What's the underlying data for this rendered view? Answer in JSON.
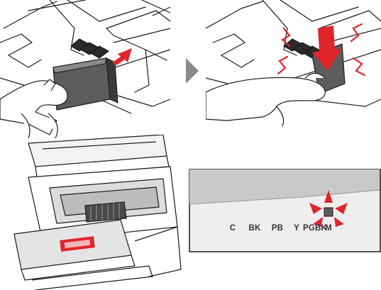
{
  "ink_slot_labels": [
    "C",
    "BK",
    "PB",
    "Y",
    "PGBK",
    "M"
  ],
  "highlighted_slot": "M",
  "colors": {
    "line": "#1a1a1a",
    "accent_red": "#e0252b",
    "cartridge_gray": "#5c5c5c",
    "panel_gray": "#c9c9c9",
    "label_strip": "#eeeeee",
    "arrow_gray": "#8a8a8a"
  }
}
